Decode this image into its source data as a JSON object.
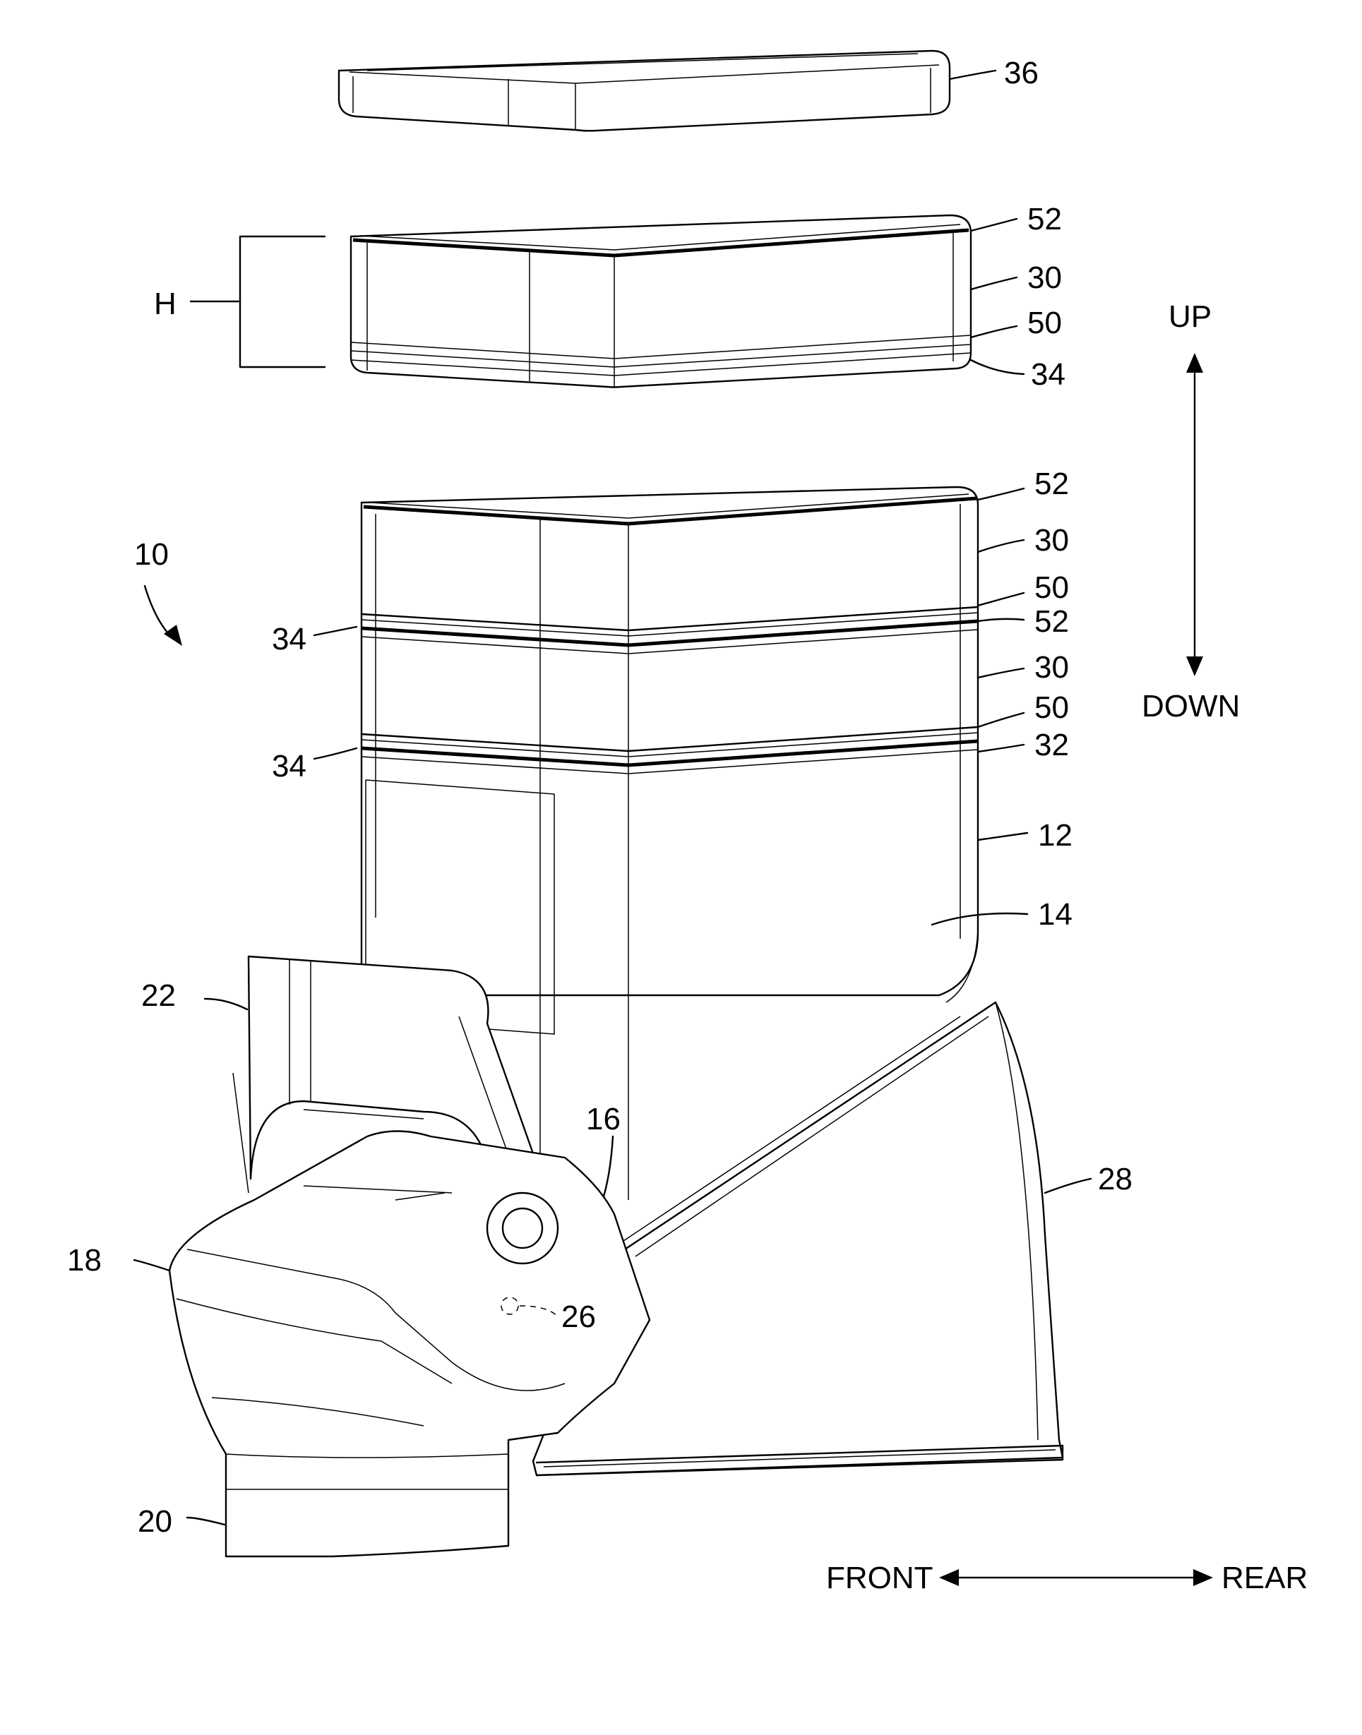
{
  "figure": {
    "reference_numerals": {
      "lid": "36",
      "rim_seal_upper": "52",
      "extension_upper": "30",
      "groove_upper": "50",
      "base_rim_upper": "34",
      "height_label": "H",
      "assembly": "10",
      "rim_seal_mid": "52",
      "extension_mid": "30",
      "groove_mid": "50",
      "base_rim_mid_left": "34",
      "rim_seal_lower": "52",
      "extension_lower": "30",
      "groove_lower": "50",
      "base_rim_lower_left": "34",
      "hopper_top_rim": "32",
      "hopper": "12",
      "hopper_face": "14",
      "dispenser_mount": "16",
      "handle": "22",
      "dispenser_head": "18",
      "pivot": "26",
      "outlet": "20",
      "stand": "28"
    },
    "direction_labels": {
      "up": "UP",
      "down": "DOWN",
      "front": "FRONT",
      "rear": "REAR"
    }
  }
}
